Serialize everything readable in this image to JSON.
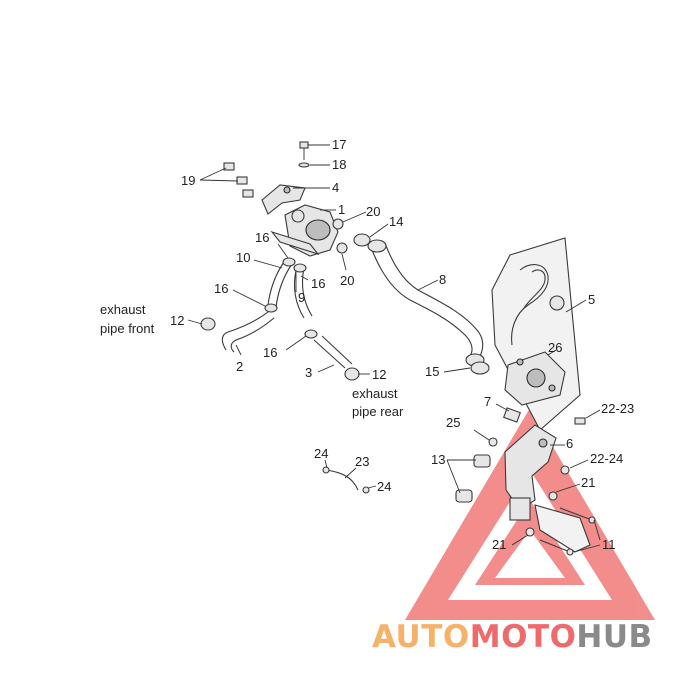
{
  "callouts": [
    "17",
    "18",
    "19",
    "4",
    "1",
    "20",
    "14",
    "16",
    "10",
    "16",
    "20",
    "8",
    "9",
    "5",
    "16",
    "12",
    "16",
    "2",
    "3",
    "12",
    "26",
    "15",
    "7",
    "22-23",
    "25",
    "6",
    "22-24",
    "13",
    "21",
    "24",
    "23",
    "24",
    "21",
    "11"
  ],
  "notes": {
    "front_line1": "exhaust",
    "front_line2": "pipe front",
    "rear_line1": "exhaust",
    "rear_line2": "pipe rear"
  },
  "watermark": {
    "part1": "AUTO",
    "part2": "MOTO",
    "part3": "HUB",
    "colors": {
      "auto": "#f5b26a",
      "moto": "#ef6b6b",
      "hub": "#8a8a8a",
      "triangle": "#f07a78"
    }
  }
}
